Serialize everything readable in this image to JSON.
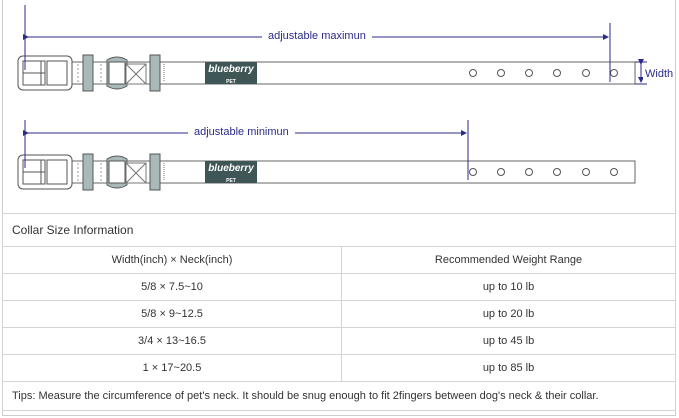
{
  "diagram": {
    "max_label": "adjustable maximun",
    "min_label": "adjustable minimun",
    "width_label": "Width",
    "logo_text": "blueberry",
    "logo_sub": "PET",
    "colors": {
      "arrow": "#2b2b8a",
      "logo_bg": "#3f5656",
      "loop": "#a9b8b8"
    }
  },
  "table": {
    "title": "Collar Size Information",
    "headers": [
      "Width(inch)  ×  Neck(inch)",
      "Recommended Weight Range"
    ],
    "rows": [
      [
        "5/8 × 7.5~10",
        "up to 10 lb"
      ],
      [
        "5/8 × 9~12.5",
        "up to 20 lb"
      ],
      [
        "3/4 × 13~16.5",
        "up to 45 lb"
      ],
      [
        "1 × 17~20.5",
        "up to 85 lb"
      ]
    ],
    "tips": "Tips: Measure the circumference of pet's neck. It should be snug enough to fit 2fingers between dog's neck & their collar."
  }
}
